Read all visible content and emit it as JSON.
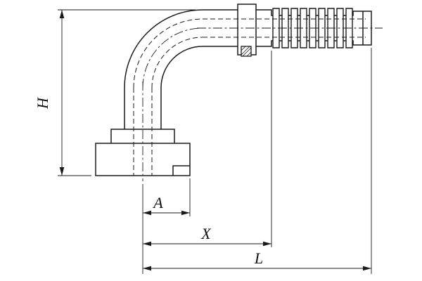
{
  "drawing": {
    "background_color": "#ffffff",
    "line_color": "#1a1a1a",
    "dimension_labels": {
      "h": "H",
      "a": "A",
      "x": "X",
      "l": "L"
    }
  }
}
